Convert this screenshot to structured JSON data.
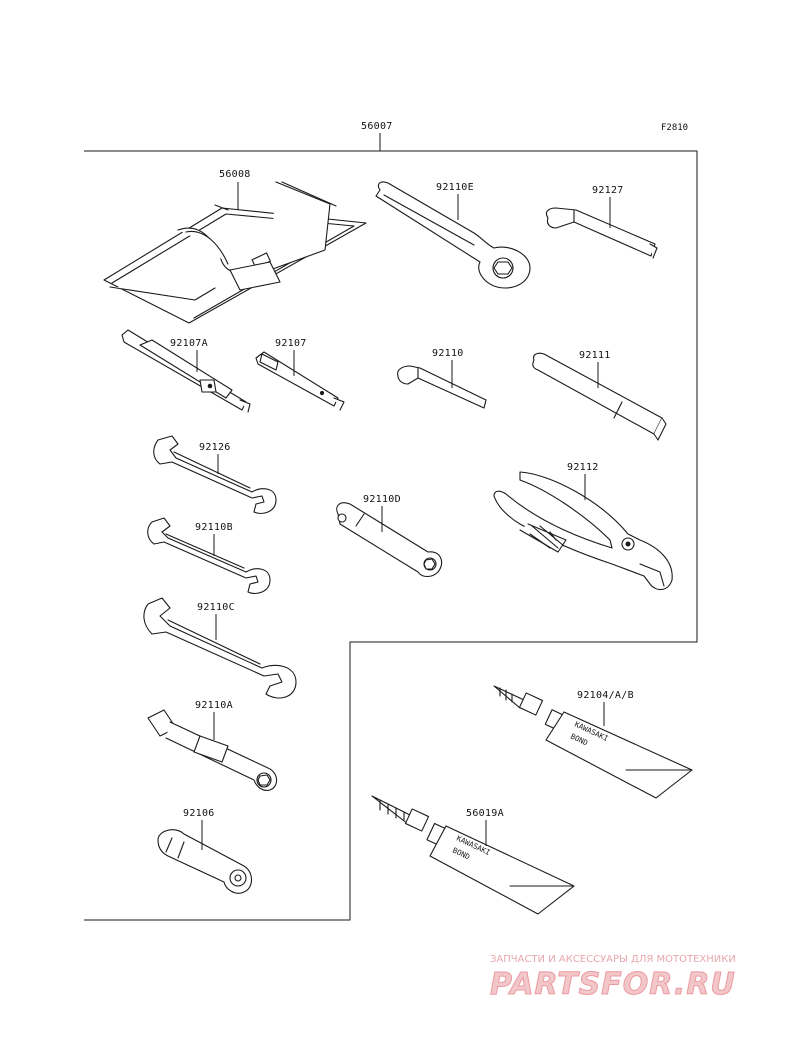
{
  "figure": {
    "code": "F2810",
    "kit_number": "56007",
    "parts": [
      {
        "id": "56008"
      },
      {
        "id": "92110E"
      },
      {
        "id": "92127"
      },
      {
        "id": "92107A"
      },
      {
        "id": "92107"
      },
      {
        "id": "92110"
      },
      {
        "id": "92111"
      },
      {
        "id": "92126"
      },
      {
        "id": "92112"
      },
      {
        "id": "92110D"
      },
      {
        "id": "92110B"
      },
      {
        "id": "92110C"
      },
      {
        "id": "92110A"
      },
      {
        "id": "92106"
      },
      {
        "id": "92104/A/B"
      },
      {
        "id": "56019A"
      }
    ],
    "tube_brand_1": "KAWASAKI",
    "tube_product_1": "BOND",
    "tube_brand_2": "KAWASAKI",
    "tube_product_2": "BOND"
  },
  "watermark": {
    "tagline": "ЗАПЧАСТИ И АКСЕССУАРЫ ДЛЯ МОТОТЕХНИКИ",
    "logo_text": "PARTSFOR.RU"
  },
  "colors": {
    "line": "#1a1a1a",
    "watermark_text": "#e7a7ad",
    "watermark_logo": "#ec9aa1"
  }
}
